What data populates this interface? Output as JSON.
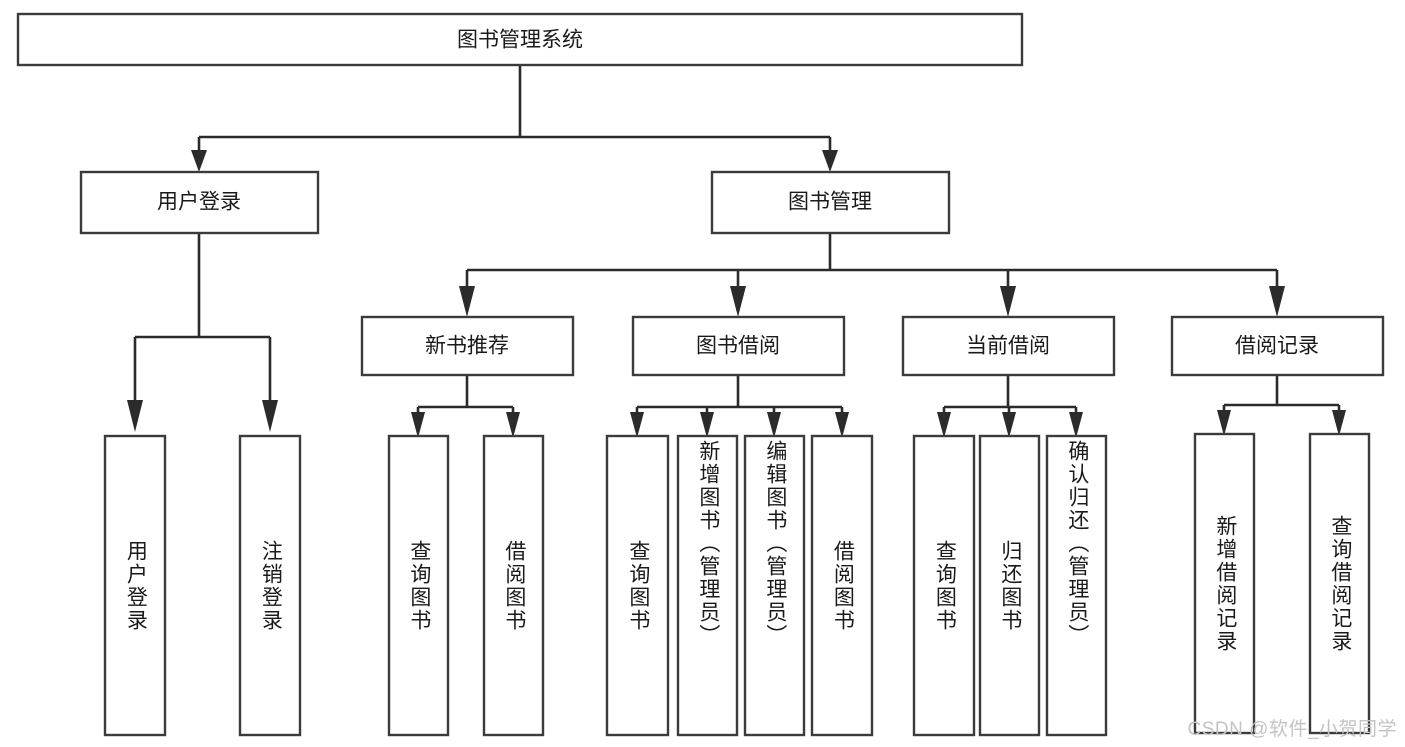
{
  "diagram": {
    "title": "图书管理系统",
    "watermark": "CSDN @软件_小贺同学",
    "type": "tree-hierarchy",
    "root": {
      "id": "root",
      "label": "图书管理系统"
    },
    "level2": [
      {
        "id": "user-login",
        "label": "用户登录"
      },
      {
        "id": "book-manage",
        "label": "图书管理"
      }
    ],
    "level3": [
      {
        "id": "new-book-recommend",
        "label": "新书推荐",
        "parent": "book-manage"
      },
      {
        "id": "book-borrow",
        "label": "图书借阅",
        "parent": "book-manage"
      },
      {
        "id": "current-borrow",
        "label": "当前借阅",
        "parent": "book-manage"
      },
      {
        "id": "borrow-record",
        "label": "借阅记录",
        "parent": "book-manage"
      }
    ],
    "leaves": [
      {
        "id": "leaf-user-login",
        "label": "用户登录",
        "parent": "user-login"
      },
      {
        "id": "leaf-logout-login",
        "label": "注销登录",
        "parent": "user-login"
      },
      {
        "id": "leaf-query-book-1",
        "label": "查询图书",
        "parent": "new-book-recommend"
      },
      {
        "id": "leaf-borrow-book-1",
        "label": "借阅图书",
        "parent": "new-book-recommend"
      },
      {
        "id": "leaf-query-book-2",
        "label": "查询图书",
        "parent": "book-borrow"
      },
      {
        "id": "leaf-add-book",
        "label": "新增图书（管理员）",
        "parent": "book-borrow"
      },
      {
        "id": "leaf-edit-book",
        "label": "编辑图书（管理员）",
        "parent": "book-borrow"
      },
      {
        "id": "leaf-borrow-book-2",
        "label": "借阅图书",
        "parent": "book-borrow"
      },
      {
        "id": "leaf-query-book-3",
        "label": "查询图书",
        "parent": "current-borrow"
      },
      {
        "id": "leaf-return-book",
        "label": "归还图书",
        "parent": "current-borrow"
      },
      {
        "id": "leaf-confirm-return",
        "label": "确认归还（管理员）",
        "parent": "current-borrow"
      },
      {
        "id": "leaf-add-record",
        "label": "新增借阅记录",
        "parent": "borrow-record"
      },
      {
        "id": "leaf-query-record",
        "label": "查询借阅记录",
        "parent": "borrow-record"
      }
    ],
    "colors": {
      "box_stroke": "#3b3b3b",
      "connector": "#2b2b2b",
      "text": "#1a1a1a",
      "background": "#ffffff",
      "watermark": "#c3c3c3"
    }
  }
}
